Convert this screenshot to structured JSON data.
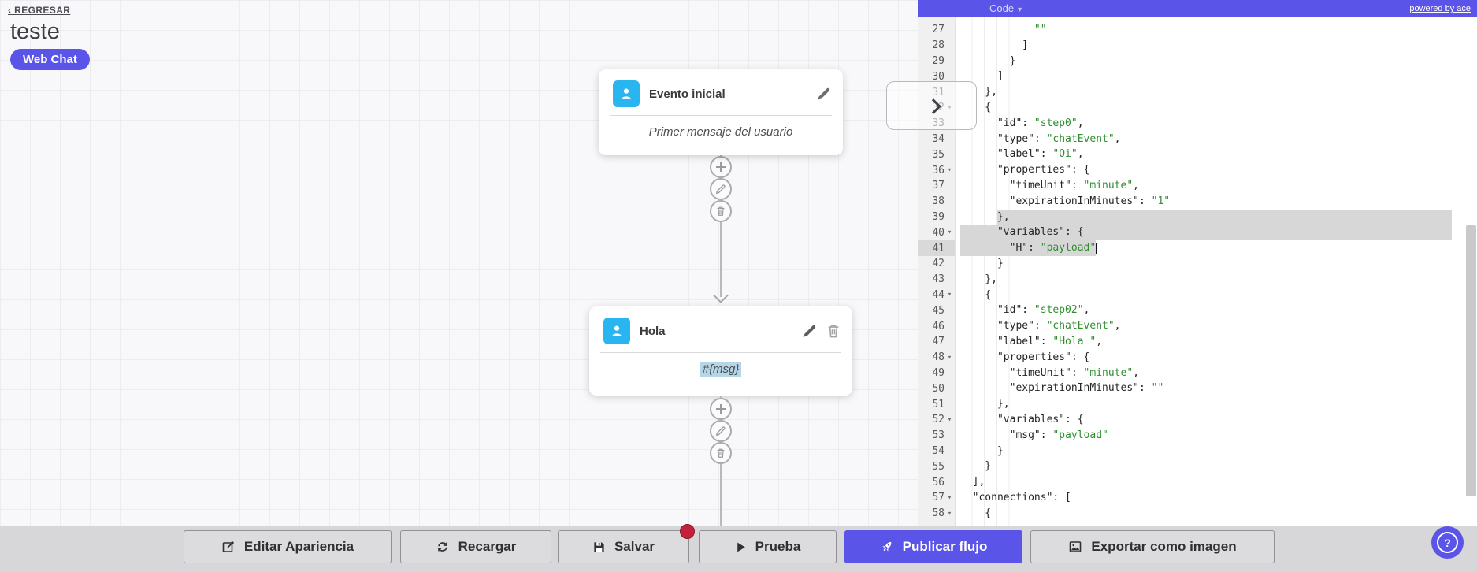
{
  "page": {
    "back_link": "‹ REGRESAR",
    "flow_title": "teste",
    "channel_badge": "Web Chat"
  },
  "colors": {
    "accent_purple": "#5b54e8",
    "node_icon_cyan": "#29b5ef",
    "code_string_green": "#2f8f2f",
    "selection_gray": "#d7d7d7",
    "msg_highlight_blue": "#b5d6e6",
    "unsaved_dot_red": "#c22239",
    "toolbar_band_gray": "#d7d7da"
  },
  "icons": {
    "dropdown_caret": "▾",
    "fold_caret": "▾",
    "node_avatar": "user-silhouette",
    "edit": "pencil",
    "delete": "trash-can",
    "add": "plus",
    "collapse_handle": "chevron-right",
    "reload": "refresh-arrows",
    "save": "floppy-disk",
    "test": "play-triangle",
    "publish": "rocket",
    "export": "image-picture",
    "help": "question-mark"
  },
  "nodes": [
    {
      "title": "Evento inicial",
      "body": "Primer mensaje del usuario"
    },
    {
      "title": "Hola",
      "body": "#{msg}"
    }
  ],
  "code_panel": {
    "header": {
      "mode_label": "Code",
      "powered_by": "powered by ace"
    },
    "lines": [
      {
        "n": 27,
        "segs": [
          {
            "c": "p",
            "t": "            "
          },
          {
            "c": "g",
            "t": "\"\""
          }
        ]
      },
      {
        "n": 28,
        "segs": [
          {
            "c": "p",
            "t": "          ]"
          }
        ]
      },
      {
        "n": 29,
        "segs": [
          {
            "c": "p",
            "t": "        }"
          }
        ]
      },
      {
        "n": 30,
        "segs": [
          {
            "c": "p",
            "t": "      ]"
          }
        ]
      },
      {
        "n": 31,
        "segs": [
          {
            "c": "p",
            "t": "    },"
          }
        ]
      },
      {
        "n": 32,
        "fold": true,
        "segs": [
          {
            "c": "p",
            "t": "    {"
          }
        ]
      },
      {
        "n": 33,
        "segs": [
          {
            "c": "p",
            "t": "      \"id\": "
          },
          {
            "c": "g",
            "t": "\"step0\""
          },
          {
            "c": "p",
            "t": ","
          }
        ]
      },
      {
        "n": 34,
        "segs": [
          {
            "c": "p",
            "t": "      \"type\": "
          },
          {
            "c": "g",
            "t": "\"chatEvent\""
          },
          {
            "c": "p",
            "t": ","
          }
        ]
      },
      {
        "n": 35,
        "segs": [
          {
            "c": "p",
            "t": "      \"label\": "
          },
          {
            "c": "g",
            "t": "\"Oi\""
          },
          {
            "c": "p",
            "t": ","
          }
        ]
      },
      {
        "n": 36,
        "fold": true,
        "segs": [
          {
            "c": "p",
            "t": "      \"properties\": {"
          }
        ]
      },
      {
        "n": 37,
        "segs": [
          {
            "c": "p",
            "t": "        \"timeUnit\": "
          },
          {
            "c": "g",
            "t": "\"minute\""
          },
          {
            "c": "p",
            "t": ","
          }
        ]
      },
      {
        "n": 38,
        "segs": [
          {
            "c": "p",
            "t": "        \"expirationInMinutes\": "
          },
          {
            "c": "g",
            "t": "\"1\""
          }
        ]
      },
      {
        "n": 39,
        "selTail": true,
        "segs": [
          {
            "c": "p",
            "t": "      "
          },
          {
            "c": "p",
            "t": "},",
            "sel": true
          }
        ]
      },
      {
        "n": 40,
        "fold": true,
        "selTail": true,
        "segs": [
          {
            "c": "p",
            "t": "      \"variables\": {",
            "sel": true
          }
        ]
      },
      {
        "n": 41,
        "active": true,
        "cursor": true,
        "segs": [
          {
            "c": "p",
            "t": "        \"H\": ",
            "sel": true
          },
          {
            "c": "g",
            "t": "\"payload\"",
            "sel": true
          }
        ]
      },
      {
        "n": 42,
        "segs": [
          {
            "c": "p",
            "t": "      }"
          }
        ]
      },
      {
        "n": 43,
        "segs": [
          {
            "c": "p",
            "t": "    },"
          }
        ]
      },
      {
        "n": 44,
        "fold": true,
        "segs": [
          {
            "c": "p",
            "t": "    {"
          }
        ]
      },
      {
        "n": 45,
        "segs": [
          {
            "c": "p",
            "t": "      \"id\": "
          },
          {
            "c": "g",
            "t": "\"step02\""
          },
          {
            "c": "p",
            "t": ","
          }
        ]
      },
      {
        "n": 46,
        "segs": [
          {
            "c": "p",
            "t": "      \"type\": "
          },
          {
            "c": "g",
            "t": "\"chatEvent\""
          },
          {
            "c": "p",
            "t": ","
          }
        ]
      },
      {
        "n": 47,
        "segs": [
          {
            "c": "p",
            "t": "      \"label\": "
          },
          {
            "c": "g",
            "t": "\"Hola \""
          },
          {
            "c": "p",
            "t": ","
          }
        ]
      },
      {
        "n": 48,
        "fold": true,
        "segs": [
          {
            "c": "p",
            "t": "      \"properties\": {"
          }
        ]
      },
      {
        "n": 49,
        "segs": [
          {
            "c": "p",
            "t": "        \"timeUnit\": "
          },
          {
            "c": "g",
            "t": "\"minute\""
          },
          {
            "c": "p",
            "t": ","
          }
        ]
      },
      {
        "n": 50,
        "segs": [
          {
            "c": "p",
            "t": "        \"expirationInMinutes\": "
          },
          {
            "c": "g",
            "t": "\"\""
          }
        ]
      },
      {
        "n": 51,
        "segs": [
          {
            "c": "p",
            "t": "      },"
          }
        ]
      },
      {
        "n": 52,
        "fold": true,
        "segs": [
          {
            "c": "p",
            "t": "      \"variables\": {"
          }
        ]
      },
      {
        "n": 53,
        "segs": [
          {
            "c": "p",
            "t": "        \"msg\": "
          },
          {
            "c": "g",
            "t": "\"payload\""
          }
        ]
      },
      {
        "n": 54,
        "segs": [
          {
            "c": "p",
            "t": "      }"
          }
        ]
      },
      {
        "n": 55,
        "segs": [
          {
            "c": "p",
            "t": "    }"
          }
        ]
      },
      {
        "n": 56,
        "segs": [
          {
            "c": "p",
            "t": "  ],"
          }
        ]
      },
      {
        "n": 57,
        "fold": true,
        "segs": [
          {
            "c": "p",
            "t": "  \"connections\": ["
          }
        ]
      },
      {
        "n": 58,
        "fold": true,
        "segs": [
          {
            "c": "p",
            "t": "    {"
          }
        ]
      }
    ]
  },
  "toolbar": {
    "buttons": [
      {
        "label": "Editar Apariencia",
        "icon": "edit-square"
      },
      {
        "label": "Recargar",
        "icon": "refresh"
      },
      {
        "label": "Salvar",
        "icon": "save",
        "badge": true
      },
      {
        "label": "Prueba",
        "icon": "play"
      },
      {
        "label": "Publicar flujo",
        "icon": "rocket",
        "variant": "primary"
      },
      {
        "label": "Exportar como imagen",
        "icon": "image"
      }
    ]
  },
  "help_button": {
    "label": "?"
  }
}
